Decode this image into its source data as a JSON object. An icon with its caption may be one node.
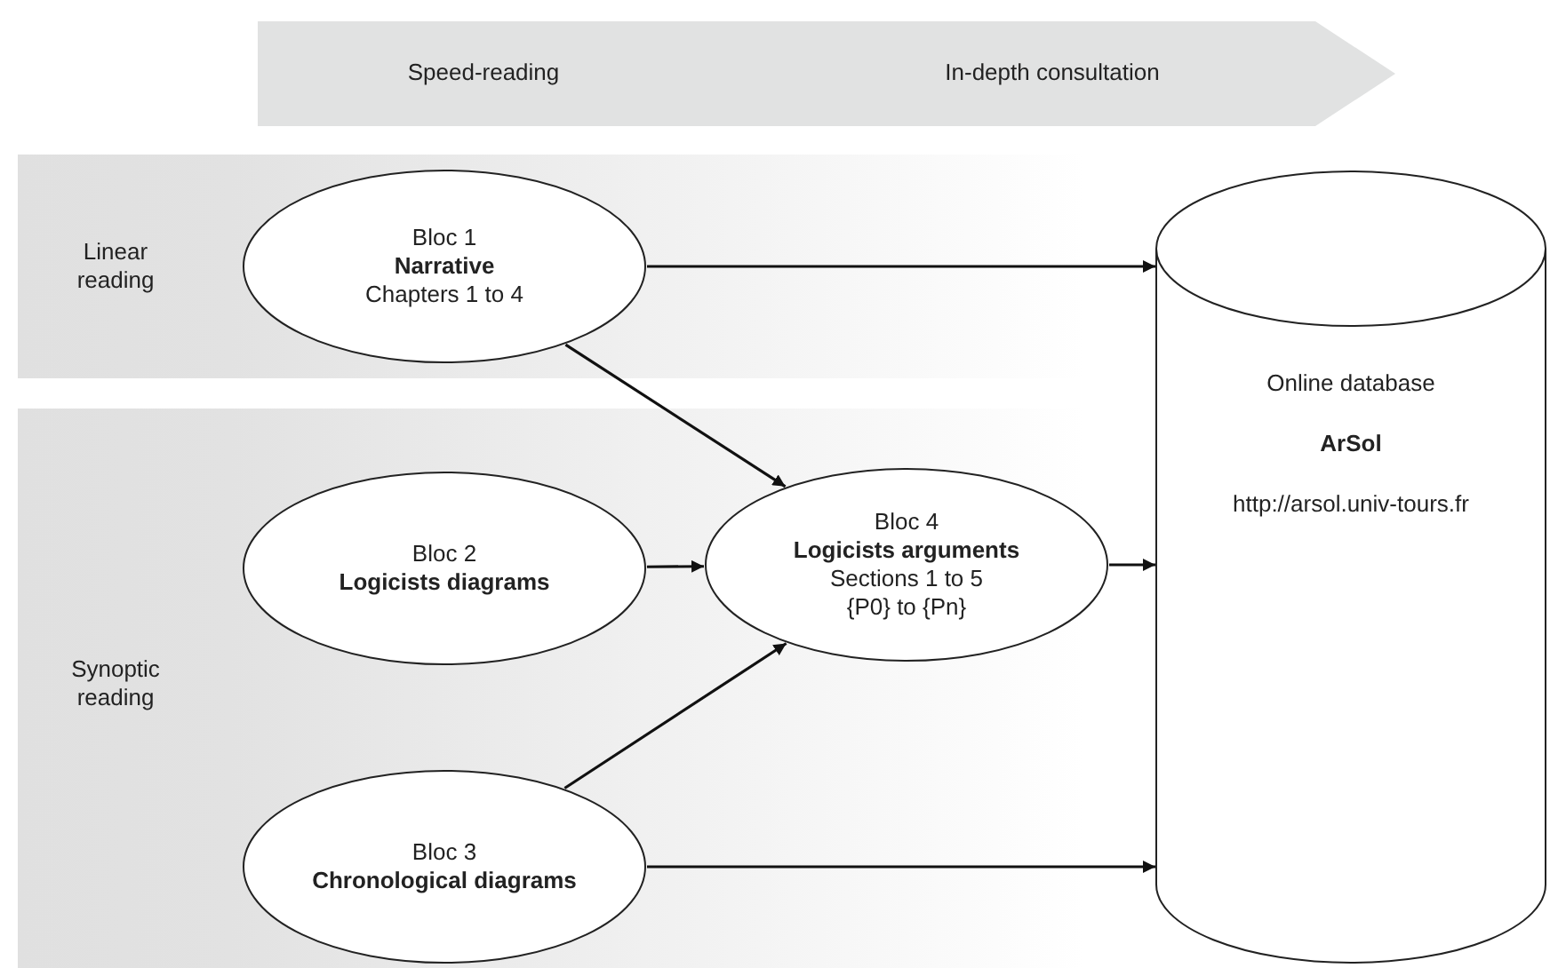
{
  "diagram": {
    "nodes": [
      {
        "text": [
          "Speed-reading",
          "In-depth consultation"
        ]
      },
      {
        "text": [
          "Linear reading"
        ]
      },
      {
        "text": [
          "Bloc 1",
          "**Narrative**",
          "Chapters 1 to 4"
        ],
        "in": 1
      },
      {
        "text": [
          "Synoptic reading"
        ]
      },
      {
        "text": [
          "Bloc 2",
          "**Logicists diagrams**"
        ],
        "in": 3
      },
      {
        "text": [
          "Bloc 4",
          "**Logicists arguments**",
          "Sections 1 to 5",
          "{P0} to {Pn}"
        ],
        "in": 3
      },
      {
        "text": [
          "Bloc 3",
          "**Chronological diagrams**"
        ],
        "in": 3
      },
      {
        "text": [
          "Online database",
          "**ArSol**",
          "http://arsol.univ-tours.fr"
        ]
      }
    ],
    "edges": [
      {
        "from": 2,
        "to": 7,
        "arrow": "to"
      },
      {
        "from": 2,
        "to": 5,
        "arrow": "to"
      },
      {
        "from": 4,
        "to": 5,
        "arrow": "to"
      },
      {
        "from": 6,
        "to": 5,
        "arrow": "to"
      },
      {
        "from": 5,
        "to": 7,
        "arrow": "to"
      },
      {
        "from": 6,
        "to": 7,
        "arrow": "to"
      }
    ]
  }
}
